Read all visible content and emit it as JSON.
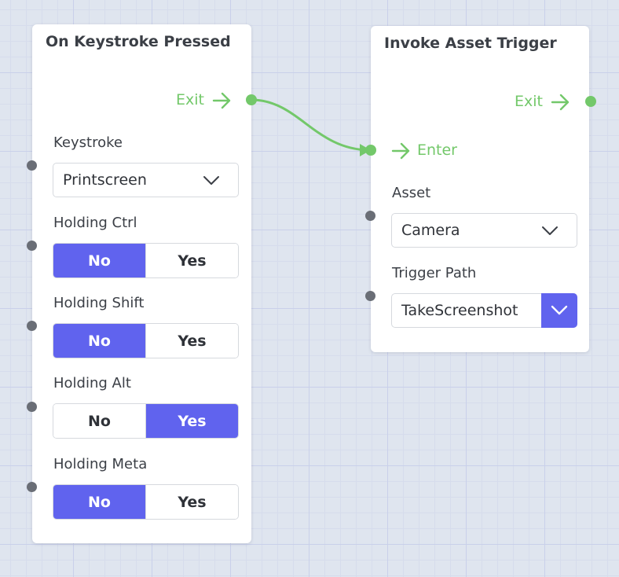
{
  "nodes": {
    "keystroke_node": {
      "title": "On Keystroke Pressed",
      "exit_label": "Exit",
      "keystroke": {
        "label": "Keystroke",
        "value": "Printscreen"
      },
      "holding_ctrl": {
        "label": "Holding Ctrl",
        "options": [
          "No",
          "Yes"
        ],
        "selected": "No"
      },
      "holding_shift": {
        "label": "Holding Shift",
        "options": [
          "No",
          "Yes"
        ],
        "selected": "No"
      },
      "holding_alt": {
        "label": "Holding Alt",
        "options": [
          "No",
          "Yes"
        ],
        "selected": "Yes"
      },
      "holding_meta": {
        "label": "Holding Meta",
        "options": [
          "No",
          "Yes"
        ],
        "selected": "No"
      }
    },
    "trigger_node": {
      "title": "Invoke Asset Trigger",
      "exit_label": "Exit",
      "enter_label": "Enter",
      "asset": {
        "label": "Asset",
        "value": "Camera"
      },
      "trigger_path": {
        "label": "Trigger Path",
        "value": "TakeScreenshot"
      }
    }
  },
  "colors": {
    "accent": "#6063ee",
    "flow": "#73c86a",
    "port": "#6a6e76",
    "canvas": "#dfe5ef"
  },
  "icons": {
    "exit_arrow": "arrow-right-icon",
    "enter_arrow": "arrow-right-icon",
    "dropdown": "chevron-down-icon"
  }
}
